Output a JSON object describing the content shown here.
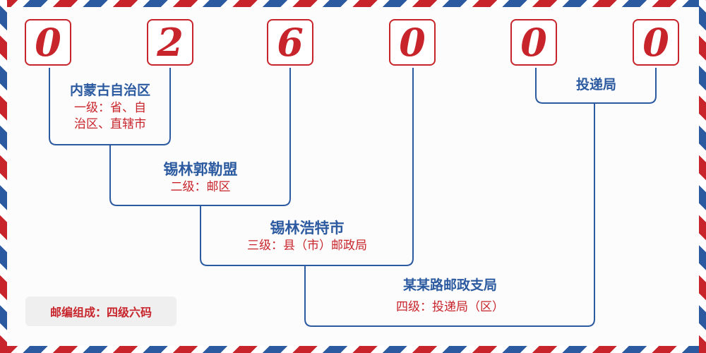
{
  "digits": [
    "0",
    "2",
    "6",
    "0",
    "0",
    "0"
  ],
  "levels": {
    "l1": {
      "name": "内蒙古自治区",
      "desc_1": "一级：省、自",
      "desc_2": "治区、直辖市"
    },
    "l2": {
      "name": "锡林郭勒盟",
      "desc": "二级：邮区"
    },
    "l3": {
      "name": "锡林浩特市",
      "desc": "三级：县（市）邮政局"
    },
    "l4": {
      "name": "某某路邮政支局",
      "desc": "四级：投递局（区）"
    },
    "delivery": {
      "name": "投递局"
    }
  },
  "note": "邮编组成：四级六码",
  "colors": {
    "red": "#c8242b",
    "blue": "#2c5aa0"
  }
}
